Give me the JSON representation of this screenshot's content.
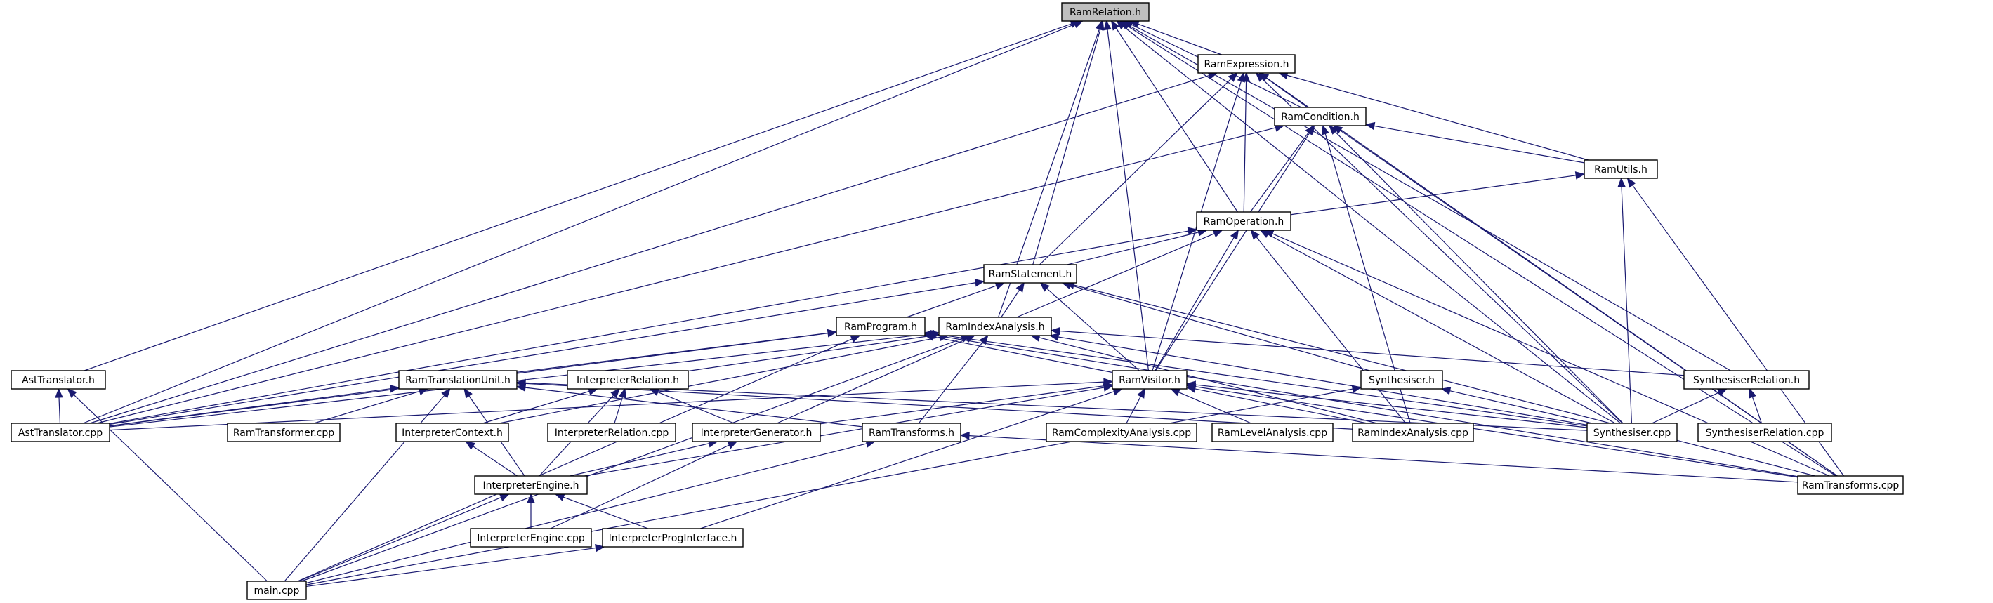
{
  "diagram": {
    "type": "include-dependency-graph",
    "root": "RamRelation.h",
    "colors": {
      "edge": "#191970",
      "root_fill": "#bfbfbf",
      "node_fill": "#ffffff",
      "border": "#000000"
    },
    "nodes": [
      {
        "id": "RamRelation.h",
        "label": "RamRelation.h"
      },
      {
        "id": "RamExpression.h",
        "label": "RamExpression.h"
      },
      {
        "id": "RamCondition.h",
        "label": "RamCondition.h"
      },
      {
        "id": "RamUtils.h",
        "label": "RamUtils.h"
      },
      {
        "id": "RamOperation.h",
        "label": "RamOperation.h"
      },
      {
        "id": "RamStatement.h",
        "label": "RamStatement.h"
      },
      {
        "id": "RamProgram.h",
        "label": "RamProgram.h"
      },
      {
        "id": "RamIndexAnalysis.h",
        "label": "RamIndexAnalysis.h"
      },
      {
        "id": "AstTranslator.h",
        "label": "AstTranslator.h"
      },
      {
        "id": "RamTranslationUnit.h",
        "label": "RamTranslationUnit.h"
      },
      {
        "id": "InterpreterRelation.h",
        "label": "InterpreterRelation.h"
      },
      {
        "id": "RamVisitor.h",
        "label": "RamVisitor.h"
      },
      {
        "id": "Synthesiser.h",
        "label": "Synthesiser.h"
      },
      {
        "id": "SynthesiserRelation.h",
        "label": "SynthesiserRelation.h"
      },
      {
        "id": "AstTranslator.cpp",
        "label": "AstTranslator.cpp"
      },
      {
        "id": "RamTransformer.cpp",
        "label": "RamTransformer.cpp"
      },
      {
        "id": "InterpreterContext.h",
        "label": "InterpreterContext.h"
      },
      {
        "id": "InterpreterRelation.cpp",
        "label": "InterpreterRelation.cpp"
      },
      {
        "id": "InterpreterGenerator.h",
        "label": "InterpreterGenerator.h"
      },
      {
        "id": "RamTransforms.h",
        "label": "RamTransforms.h"
      },
      {
        "id": "RamComplexityAnalysis.cpp",
        "label": "RamComplexityAnalysis.cpp"
      },
      {
        "id": "RamLevelAnalysis.cpp",
        "label": "RamLevelAnalysis.cpp"
      },
      {
        "id": "RamIndexAnalysis.cpp",
        "label": "RamIndexAnalysis.cpp"
      },
      {
        "id": "Synthesiser.cpp",
        "label": "Synthesiser.cpp"
      },
      {
        "id": "SynthesiserRelation.cpp",
        "label": "SynthesiserRelation.cpp"
      },
      {
        "id": "InterpreterEngine.h",
        "label": "InterpreterEngine.h"
      },
      {
        "id": "RamTransforms.cpp",
        "label": "RamTransforms.cpp"
      },
      {
        "id": "InterpreterEngine.cpp",
        "label": "InterpreterEngine.cpp"
      },
      {
        "id": "InterpreterProgInterface.h",
        "label": "InterpreterProgInterface.h"
      },
      {
        "id": "main.cpp",
        "label": "main.cpp"
      }
    ],
    "edges": [
      {
        "from": "RamRelation.h",
        "to": "RamExpression.h"
      },
      {
        "from": "RamRelation.h",
        "to": "RamCondition.h"
      },
      {
        "from": "RamRelation.h",
        "to": "RamOperation.h"
      },
      {
        "from": "RamRelation.h",
        "to": "RamStatement.h"
      },
      {
        "from": "RamRelation.h",
        "to": "RamIndexAnalysis.h"
      },
      {
        "from": "RamRelation.h",
        "to": "RamVisitor.h"
      },
      {
        "from": "RamRelation.h",
        "to": "AstTranslator.h"
      },
      {
        "from": "RamRelation.h",
        "to": "AstTranslator.cpp"
      },
      {
        "from": "RamRelation.h",
        "to": "SynthesiserRelation.h"
      },
      {
        "from": "RamRelation.h",
        "to": "Synthesiser.cpp"
      },
      {
        "from": "RamRelation.h",
        "to": "RamTransforms.cpp"
      },
      {
        "from": "RamExpression.h",
        "to": "RamCondition.h"
      },
      {
        "from": "RamExpression.h",
        "to": "RamUtils.h"
      },
      {
        "from": "RamExpression.h",
        "to": "RamOperation.h"
      },
      {
        "from": "RamExpression.h",
        "to": "RamStatement.h"
      },
      {
        "from": "RamExpression.h",
        "to": "RamVisitor.h"
      },
      {
        "from": "RamExpression.h",
        "to": "AstTranslator.cpp"
      },
      {
        "from": "RamExpression.h",
        "to": "Synthesiser.cpp"
      },
      {
        "from": "RamExpression.h",
        "to": "RamTransforms.cpp"
      },
      {
        "from": "RamCondition.h",
        "to": "RamUtils.h"
      },
      {
        "from": "RamCondition.h",
        "to": "RamOperation.h"
      },
      {
        "from": "RamCondition.h",
        "to": "RamVisitor.h"
      },
      {
        "from": "RamCondition.h",
        "to": "AstTranslator.cpp"
      },
      {
        "from": "RamCondition.h",
        "to": "RamIndexAnalysis.cpp"
      },
      {
        "from": "RamCondition.h",
        "to": "Synthesiser.cpp"
      },
      {
        "from": "RamCondition.h",
        "to": "RamTransforms.cpp"
      },
      {
        "from": "RamUtils.h",
        "to": "RamOperation.h"
      },
      {
        "from": "RamUtils.h",
        "to": "Synthesiser.cpp"
      },
      {
        "from": "RamUtils.h",
        "to": "RamTransforms.cpp"
      },
      {
        "from": "RamOperation.h",
        "to": "RamStatement.h"
      },
      {
        "from": "RamOperation.h",
        "to": "RamIndexAnalysis.h"
      },
      {
        "from": "RamOperation.h",
        "to": "RamVisitor.h"
      },
      {
        "from": "RamOperation.h",
        "to": "AstTranslator.cpp"
      },
      {
        "from": "RamOperation.h",
        "to": "RamIndexAnalysis.cpp"
      },
      {
        "from": "RamOperation.h",
        "to": "Synthesiser.cpp"
      },
      {
        "from": "RamOperation.h",
        "to": "RamTransforms.cpp"
      },
      {
        "from": "RamStatement.h",
        "to": "RamProgram.h"
      },
      {
        "from": "RamStatement.h",
        "to": "RamIndexAnalysis.h"
      },
      {
        "from": "RamStatement.h",
        "to": "RamVisitor.h"
      },
      {
        "from": "RamStatement.h",
        "to": "Synthesiser.h"
      },
      {
        "from": "RamStatement.h",
        "to": "AstTranslator.cpp"
      },
      {
        "from": "RamStatement.h",
        "to": "RamTransforms.cpp"
      },
      {
        "from": "RamProgram.h",
        "to": "RamTranslationUnit.h"
      },
      {
        "from": "RamProgram.h",
        "to": "RamVisitor.h"
      },
      {
        "from": "RamProgram.h",
        "to": "AstTranslator.cpp"
      },
      {
        "from": "RamProgram.h",
        "to": "Synthesiser.cpp"
      },
      {
        "from": "RamProgram.h",
        "to": "RamTransforms.cpp"
      },
      {
        "from": "RamProgram.h",
        "to": "main.cpp"
      },
      {
        "from": "RamIndexAnalysis.h",
        "to": "InterpreterRelation.h"
      },
      {
        "from": "RamIndexAnalysis.h",
        "to": "InterpreterContext.h"
      },
      {
        "from": "RamIndexAnalysis.h",
        "to": "InterpreterGenerator.h"
      },
      {
        "from": "RamIndexAnalysis.h",
        "to": "RamTransforms.h"
      },
      {
        "from": "RamIndexAnalysis.h",
        "to": "RamIndexAnalysis.cpp"
      },
      {
        "from": "RamIndexAnalysis.h",
        "to": "SynthesiserRelation.h"
      },
      {
        "from": "RamIndexAnalysis.h",
        "to": "Synthesiser.cpp"
      },
      {
        "from": "RamIndexAnalysis.h",
        "to": "AstTranslator.cpp"
      },
      {
        "from": "RamIndexAnalysis.h",
        "to": "main.cpp"
      },
      {
        "from": "AstTranslator.h",
        "to": "AstTranslator.cpp"
      },
      {
        "from": "AstTranslator.h",
        "to": "main.cpp"
      },
      {
        "from": "RamTranslationUnit.h",
        "to": "AstTranslator.cpp"
      },
      {
        "from": "RamTranslationUnit.h",
        "to": "RamTransformer.cpp"
      },
      {
        "from": "RamTranslationUnit.h",
        "to": "RamTransforms.h"
      },
      {
        "from": "RamTranslationUnit.h",
        "to": "RamIndexAnalysis.cpp"
      },
      {
        "from": "RamTranslationUnit.h",
        "to": "Synthesiser.cpp"
      },
      {
        "from": "RamTranslationUnit.h",
        "to": "InterpreterEngine.h"
      },
      {
        "from": "RamTranslationUnit.h",
        "to": "main.cpp"
      },
      {
        "from": "InterpreterRelation.h",
        "to": "InterpreterContext.h"
      },
      {
        "from": "InterpreterRelation.h",
        "to": "InterpreterRelation.cpp"
      },
      {
        "from": "InterpreterRelation.h",
        "to": "InterpreterEngine.h"
      },
      {
        "from": "InterpreterRelation.h",
        "to": "InterpreterGenerator.h"
      },
      {
        "from": "RamVisitor.h",
        "to": "InterpreterGenerator.h"
      },
      {
        "from": "RamVisitor.h",
        "to": "RamComplexityAnalysis.cpp"
      },
      {
        "from": "RamVisitor.h",
        "to": "RamLevelAnalysis.cpp"
      },
      {
        "from": "RamVisitor.h",
        "to": "RamIndexAnalysis.cpp"
      },
      {
        "from": "RamVisitor.h",
        "to": "Synthesiser.cpp"
      },
      {
        "from": "RamVisitor.h",
        "to": "RamTransforms.cpp"
      },
      {
        "from": "RamVisitor.h",
        "to": "InterpreterEngine.h"
      },
      {
        "from": "RamVisitor.h",
        "to": "InterpreterProgInterface.h"
      },
      {
        "from": "RamVisitor.h",
        "to": "AstTranslator.cpp"
      },
      {
        "from": "Synthesiser.h",
        "to": "Synthesiser.cpp"
      },
      {
        "from": "Synthesiser.h",
        "to": "main.cpp"
      },
      {
        "from": "SynthesiserRelation.h",
        "to": "Synthesiser.cpp"
      },
      {
        "from": "SynthesiserRelation.h",
        "to": "SynthesiserRelation.cpp"
      },
      {
        "from": "InterpreterContext.h",
        "to": "InterpreterEngine.h"
      },
      {
        "from": "InterpreterGenerator.h",
        "to": "InterpreterEngine.h"
      },
      {
        "from": "InterpreterGenerator.h",
        "to": "InterpreterEngine.cpp"
      },
      {
        "from": "RamTransforms.h",
        "to": "RamTransforms.cpp"
      },
      {
        "from": "RamTransforms.h",
        "to": "main.cpp"
      },
      {
        "from": "InterpreterEngine.h",
        "to": "InterpreterEngine.cpp"
      },
      {
        "from": "InterpreterEngine.h",
        "to": "InterpreterProgInterface.h"
      },
      {
        "from": "InterpreterEngine.h",
        "to": "main.cpp"
      },
      {
        "from": "InterpreterProgInterface.h",
        "to": "main.cpp"
      }
    ]
  }
}
